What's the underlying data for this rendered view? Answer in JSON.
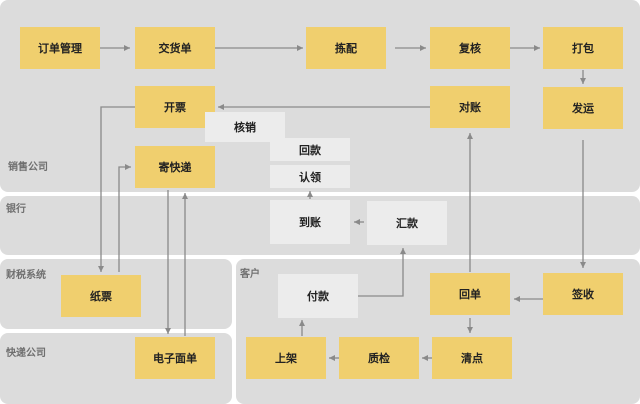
{
  "zones": {
    "sales": "销售公司",
    "bank": "银行",
    "tax": "财税系统",
    "customer": "客户",
    "express": "快递公司"
  },
  "nodes": {
    "order_mgmt": "订单管理",
    "delivery_order": "交货单",
    "picking": "拣配",
    "recheck": "复核",
    "packing": "打包",
    "invoicing": "开票",
    "write_off": "核销",
    "reconcile": "对账",
    "shipping": "发运",
    "payment_return": "回款",
    "claim": "认领",
    "send_express": "寄快递",
    "arrival": "到账",
    "remittance": "汇款",
    "paper_invoice": "纸票",
    "payment": "付款",
    "receipt_return": "回单",
    "sign_receipt": "签收",
    "e_waybill": "电子面单",
    "shelving": "上架",
    "qc": "质检",
    "inventory_count": "清点"
  },
  "colors": {
    "zone_bg": "#dcdcdc",
    "task_box": "#f0cf6e",
    "info_box": "#ececec",
    "arrow": "#8a8a8a"
  }
}
